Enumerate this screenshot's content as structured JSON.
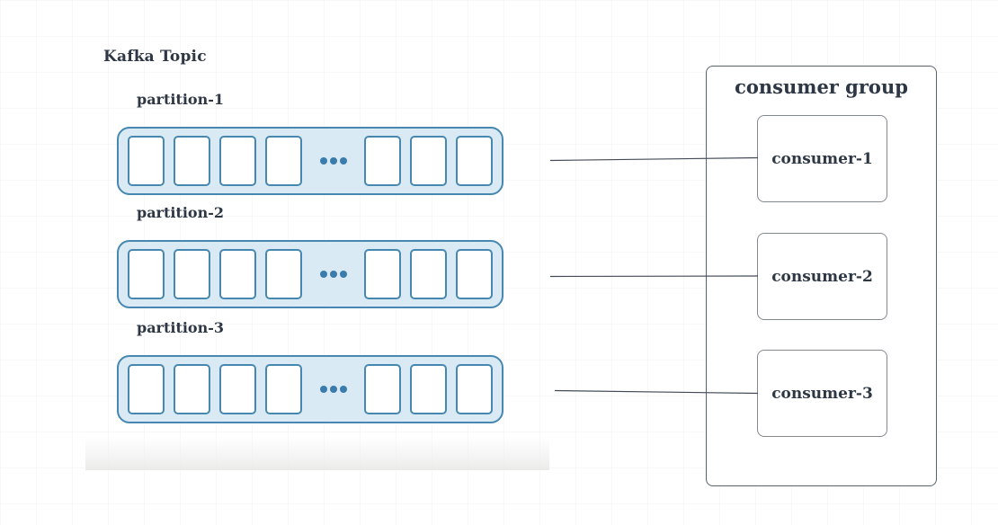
{
  "topic": {
    "title": "Kafka Topic"
  },
  "partitions": [
    {
      "label": "partition-1",
      "cells_before_ellipsis": 4,
      "cells_after_ellipsis": 3,
      "ellipsis_dots": 3
    },
    {
      "label": "partition-2",
      "cells_before_ellipsis": 4,
      "cells_after_ellipsis": 3,
      "ellipsis_dots": 3
    },
    {
      "label": "partition-3",
      "cells_before_ellipsis": 4,
      "cells_after_ellipsis": 3,
      "ellipsis_dots": 3
    }
  ],
  "consumer_group": {
    "title": "consumer group",
    "consumers": [
      {
        "label": "consumer-1"
      },
      {
        "label": "consumer-2"
      },
      {
        "label": "consumer-3"
      }
    ]
  },
  "connections": [
    {
      "from": "consumer-1",
      "to": "partition-1"
    },
    {
      "from": "consumer-2",
      "to": "partition-2"
    },
    {
      "from": "consumer-3",
      "to": "partition-3"
    }
  ],
  "colors": {
    "partition_fill": "#daeaf4",
    "partition_border": "#4688b0",
    "cell_fill": "#ffffff",
    "ellipsis_dot": "#3a7cab",
    "label_text": "#2e3744",
    "consumer_group_border": "#59626f",
    "consumer_box_border": "#84898f",
    "arrow": "#434b57"
  }
}
